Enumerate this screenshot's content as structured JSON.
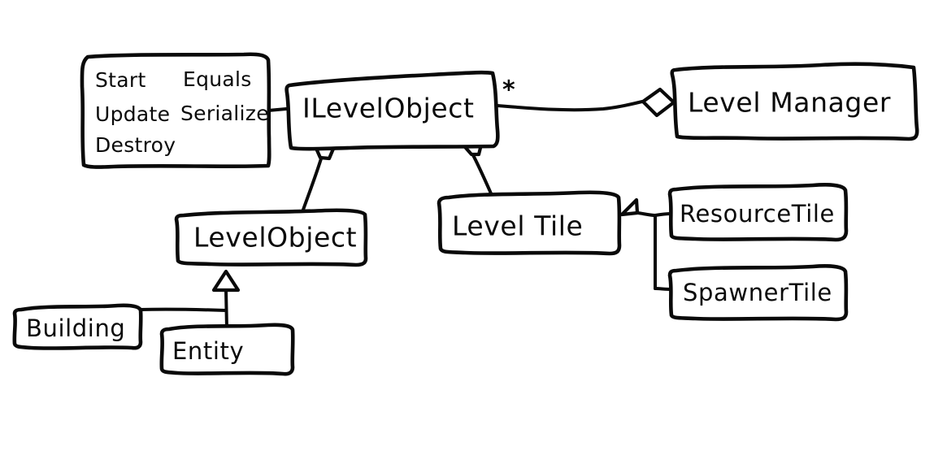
{
  "diagram": {
    "title": "Level system UML class diagram",
    "style": "hand-drawn sketch",
    "stroke_color": "#0a0a0a",
    "background_color": "#ffffff"
  },
  "method_box": {
    "name": "interface-members-box",
    "rows": [
      {
        "left": "Start",
        "right": "Equals"
      },
      {
        "left": "Update",
        "right": "Serialize"
      },
      {
        "left": "Destroy",
        "right": ""
      }
    ]
  },
  "nodes": {
    "ilevelobject": {
      "label": "ILevelObject"
    },
    "levelmanager": {
      "label": "Level Manager"
    },
    "levelobject": {
      "label": "LevelObject"
    },
    "leveltile": {
      "label": "Level Tile"
    },
    "resourcetile": {
      "label": "ResourceTile"
    },
    "spawnertile": {
      "label": "SpawnerTile"
    },
    "building": {
      "label": "Building"
    },
    "entity": {
      "label": "Entity"
    }
  },
  "multiplicity": {
    "ilevelobject_to_levelmanager": "*"
  },
  "edges": [
    {
      "name": "edge-members-to-ilevelobject",
      "from": "interface-members-box",
      "to": "ILevelObject",
      "type": "link"
    },
    {
      "name": "edge-ilevelobject-levelmanager",
      "from": "ILevelObject",
      "to": "Level Manager",
      "type": "aggregation",
      "multiplicity": "*"
    },
    {
      "name": "edge-levelobject-ilevelobject",
      "from": "LevelObject",
      "to": "ILevelObject",
      "type": "generalization"
    },
    {
      "name": "edge-leveltile-ilevelobject",
      "from": "Level Tile",
      "to": "ILevelObject",
      "type": "generalization"
    },
    {
      "name": "edge-entity-levelobject",
      "from": "Entity",
      "to": "LevelObject",
      "type": "generalization"
    },
    {
      "name": "edge-building-levelobject",
      "from": "Building",
      "to": "LevelObject",
      "type": "generalization"
    },
    {
      "name": "edge-resourcetile-leveltile",
      "from": "ResourceTile",
      "to": "Level Tile",
      "type": "generalization"
    },
    {
      "name": "edge-spawnertile-leveltile",
      "from": "SpawnerTile",
      "to": "Level Tile",
      "type": "generalization"
    }
  ]
}
